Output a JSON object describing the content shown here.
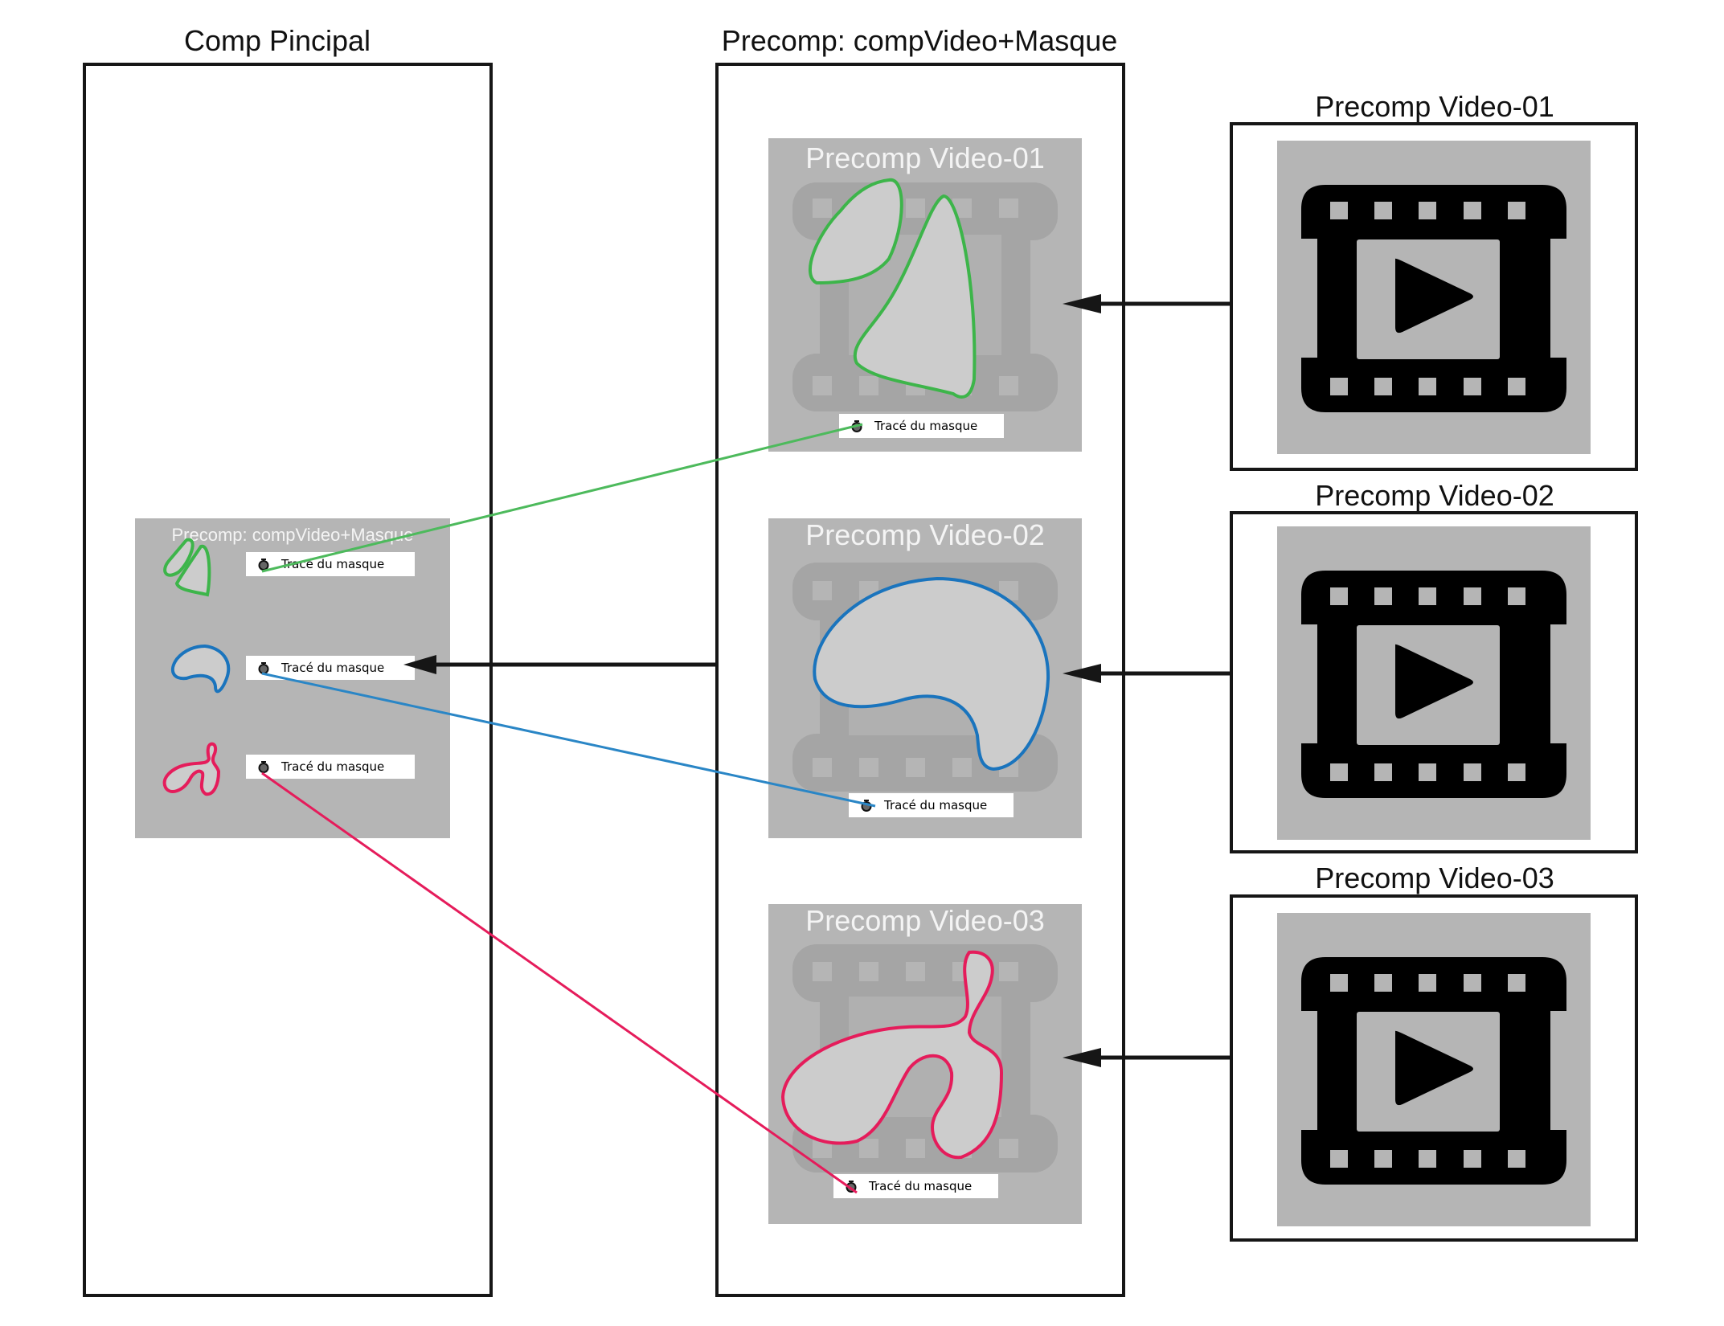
{
  "columns": {
    "main_comp": {
      "title": "Comp Pincipal"
    },
    "precomp": {
      "title": "Precomp: compVideo+Masque"
    }
  },
  "nested_precomp": {
    "title": "Precomp: compVideo+Masque",
    "layers": [
      {
        "label": "Tracé du masque",
        "mask_color": "#3db54a",
        "shape": "triangle-pair"
      },
      {
        "label": "Tracé du masque",
        "mask_color": "#1a74bd",
        "shape": "bean"
      },
      {
        "label": "Tracé du masque",
        "mask_color": "#e51c5b",
        "shape": "blob"
      }
    ]
  },
  "precomp_tiles": [
    {
      "title": "Precomp Video-01",
      "mask_label": "Tracé du masque",
      "mask_color": "#3db54a"
    },
    {
      "title": "Precomp Video-02",
      "mask_label": "Tracé du masque",
      "mask_color": "#1a74bd"
    },
    {
      "title": "Precomp Video-03",
      "mask_label": "Tracé du masque",
      "mask_color": "#e51c5b"
    }
  ],
  "video_sources": [
    {
      "title": "Precomp Video-01",
      "icon": "film-play-icon"
    },
    {
      "title": "Precomp Video-02",
      "icon": "film-play-icon"
    },
    {
      "title": "Precomp Video-03",
      "icon": "film-play-icon"
    }
  ],
  "colors": {
    "green": "#3db54a",
    "blue": "#1a74bd",
    "pink": "#e51c5b",
    "tile_gray": "#b5b5b5",
    "mask_fill": "#cccccc",
    "line": "#161616"
  }
}
